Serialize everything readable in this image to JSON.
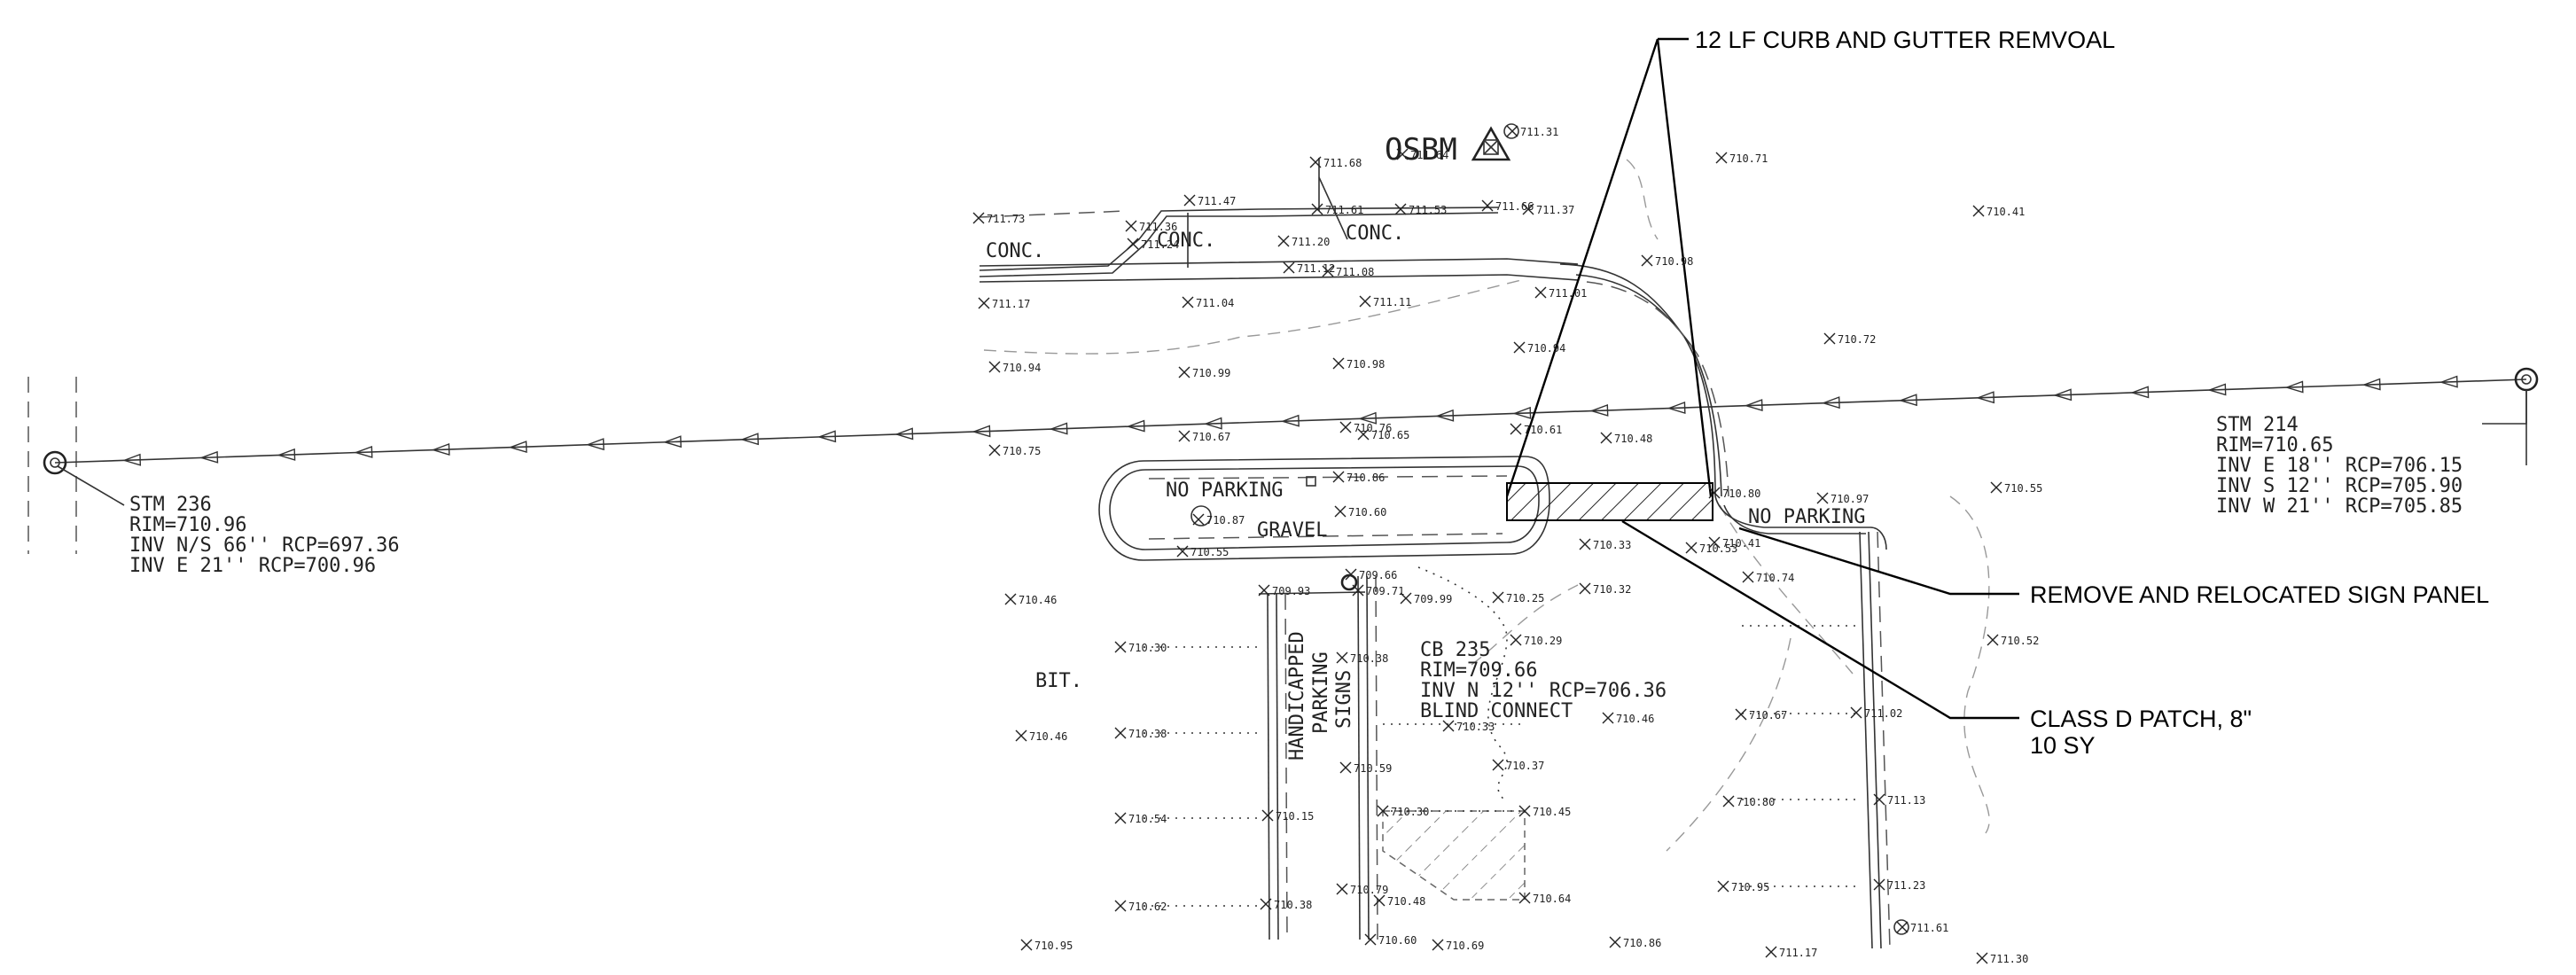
{
  "labels": {
    "conc_1": "CONC.",
    "conc_2": "CONC.",
    "conc_3": "CONC.",
    "osbm": "OSBM",
    "no_parking_1": "NO PARKING",
    "no_parking_2": "NO PARKING",
    "gravel": "GRAVEL",
    "bit": "BIT.",
    "handicapped_1": "HANDICAPPED",
    "handicapped_2": "PARKING",
    "handicapped_3": "SIGNS"
  },
  "structures": {
    "stm_236": [
      "STM 236",
      "RIM=710.96",
      "INV N/S 66'' RCP=697.36",
      "INV E 21'' RCP=700.96"
    ],
    "stm_214": [
      "STM 214",
      "RIM=710.65",
      "INV E 18'' RCP=706.15",
      "INV S 12'' RCP=705.90",
      "INV W 21'' RCP=705.85"
    ],
    "cb_235": [
      "CB 235",
      "RIM=709.66",
      "INV N 12'' RCP=706.36",
      "BLIND CONNECT"
    ]
  },
  "callouts": {
    "curb": "12 LF CURB AND GUTTER REMVOAL",
    "sign": "REMOVE AND RELOCATED SIGN PANEL",
    "patch_1": "CLASS D PATCH, 8\"",
    "patch_2": "10 SY"
  },
  "spot_elevations": [
    "711.73",
    "711.47",
    "711.36",
    "711.24",
    "711.17",
    "711.04",
    "711.68",
    "711.61",
    "711.64",
    "711.53",
    "711.66",
    "711.37",
    "711.31",
    "711.20",
    "711.12",
    "711.08",
    "711.11",
    "711.01",
    "710.98",
    "710.99",
    "710.94",
    "710.94",
    "710.71",
    "710.41",
    "710.72",
    "710.98",
    "710.65",
    "710.67",
    "710.76",
    "710.48",
    "710.61",
    "710.75",
    "710.55",
    "710.97",
    "710.87",
    "710.55",
    "710.86",
    "710.60",
    "710.80",
    "710.41",
    "710.74",
    "710.53",
    "710.32",
    "710.33",
    "710.46",
    "709.93",
    "709.66",
    "709.71",
    "709.99",
    "710.25",
    "710.30",
    "710.38",
    "710.59",
    "710.52",
    "710.29",
    "710.33",
    "710.37",
    "710.46",
    "710.67",
    "711.02",
    "710.46",
    "710.38",
    "710.54",
    "710.15",
    "710.30",
    "710.45",
    "710.80",
    "711.13",
    "710.62",
    "710.38",
    "710.79",
    "710.48",
    "710.64",
    "710.95",
    "711.23",
    "711.61",
    "710.95",
    "710.69",
    "710.86",
    "711.17",
    "711.30",
    "710.60"
  ]
}
